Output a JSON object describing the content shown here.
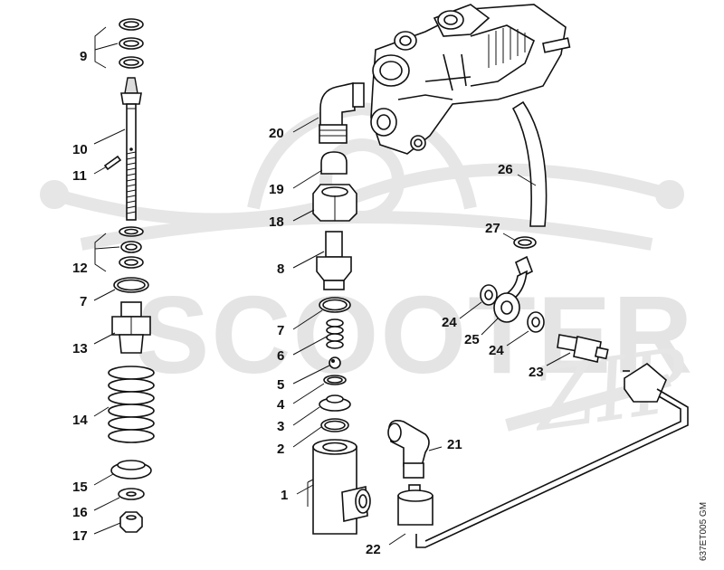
{
  "watermark": {
    "brand": "SCOOTER",
    "script": "ZIP"
  },
  "drawing_code": "637ET005 GM",
  "callouts": {
    "c1": "1",
    "c2": "2",
    "c3": "3",
    "c4": "4",
    "c5": "5",
    "c6": "6",
    "c7a": "7",
    "c7b": "7",
    "c8": "8",
    "c9": "9",
    "c10": "10",
    "c11": "11",
    "c12": "12",
    "c13": "13",
    "c14": "14",
    "c15": "15",
    "c16": "16",
    "c17": "17",
    "c18": "18",
    "c19": "19",
    "c20": "20",
    "c21": "21",
    "c22": "22",
    "c23": "23",
    "c24a": "24",
    "c24b": "24",
    "c25": "25",
    "c26": "26",
    "c27": "27"
  }
}
